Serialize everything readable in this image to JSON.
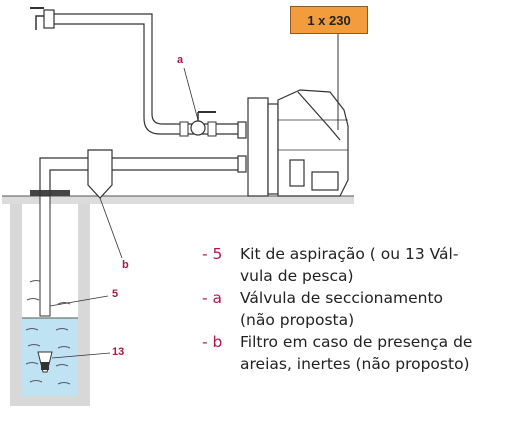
{
  "power_badge": "1 x 230",
  "callouts": {
    "a": "a",
    "b": "b",
    "five": "5",
    "thirteen": "13"
  },
  "legend": [
    {
      "key": "- 5",
      "lines": [
        "Kit de aspiração ( ou 13 Vál-",
        "vula de pesca)"
      ]
    },
    {
      "key": "- a",
      "lines": [
        "Válvula de seccionamento",
        "(não proposta)"
      ]
    },
    {
      "key": "- b",
      "lines": [
        "Filtro em caso de presença de",
        "areias, inertes (não proposto)"
      ]
    }
  ],
  "colors": {
    "accent": "#b4174a",
    "badge": "#f39c3d",
    "water": "#bfe3f2"
  }
}
